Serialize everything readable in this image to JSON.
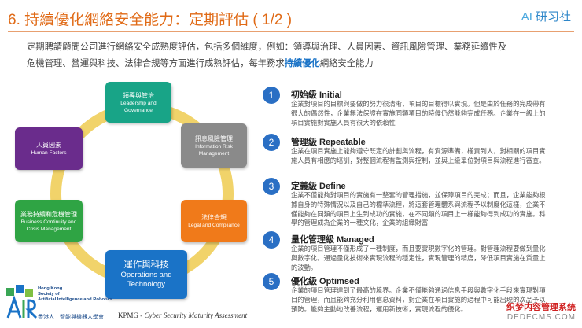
{
  "header": {
    "title": "6. 持續優化網絡安全能力：定期評估 ( 1/2 )",
    "brand_ai": "AI",
    "brand_name": "研习社"
  },
  "intro": {
    "line1": "定期聘請顧問公司進行網絡安全成熟度評估，包括多個維度，例如：領導與治理、人員因素、資訊風險管理、業務延續性及",
    "line2_pre": "危機管理、營運與科技、法律合規等方面進行成熟評估，每年務求",
    "line2_hl": "持續優化",
    "line2_post": "網絡安全能力"
  },
  "cycle": {
    "leadership": {
      "zh": "領導與管治",
      "en1": "Leadership and",
      "en2": "Governance"
    },
    "info_risk": {
      "zh": "訊息風險管理",
      "en1": "Information Risk",
      "en2": "Management"
    },
    "legal": {
      "zh": "法律合規",
      "en1": "Legal and Compliance",
      "en2": ""
    },
    "operations": {
      "zh": "運作與科技",
      "en1": "Operations and",
      "en2": "Technology"
    },
    "bcm": {
      "zh": "業務持續和危機管理",
      "en1": "Business Continuity and",
      "en2": "Crisis Management"
    },
    "human": {
      "zh": "人員因素",
      "en1": "Human Factors",
      "en2": ""
    }
  },
  "levels": [
    {
      "num": "1",
      "title": "初始級 Initial",
      "desc": "企業對項目的目標與要做的努力很清晰，項目的目標得以實現。但是由於任務的完成帶有很大的偶然性，企業無法保證在實施同類項目的時候仍然能夠完成任務。企業在一級上的項目實施對實施人員有很大的依賴性"
    },
    {
      "num": "2",
      "title": "管理級 Repeatable",
      "desc": "企業在項目實施上能夠遵守既定的計劃與流程，有資源準備，權責到人，對相關的項目實施人員有相應的培訓，對整個流程有監測與控制，並與上級單位對項目與流程進行審查。"
    },
    {
      "num": "3",
      "title": "定義級 Define",
      "desc": "企業不僅能夠對項目的實施有一整套的管理措施，並保障項目的完成；而且，企業能夠根據自身的特殊情況以及自己的標準流程，將這套管理體系與流程予以制度化這樣，企業不僅能夠在同類的項目上生到成功的實施，在不同類的項目上一樣能夠得到成功的實施。科學的管理成為企業的一種文化，企業的組織財富"
    },
    {
      "num": "4",
      "title": "量化管理級 Managed",
      "desc": "企業的項目管理不僅形成了一種制度，而且要實現數字化的管理。對管理流程要做到量化與數字化。通過量化技術來實現流程的穩定性，實現管理的精度，降低項目實施在質量上的波動。"
    },
    {
      "num": "5",
      "title": "優化級 Optimsed",
      "desc": "企業的項目管理達到了最高的境界。企業不僅能夠通過信息手段與數字化手段來實現對項目的管理，而且能夠充分利用信息資料，對企業在項目實施的過程中可能出現的次品予以預防。能夠主動地改善流程，運用新技術，實現流程的優化。"
    }
  ],
  "footer": {
    "org1": "Hong Kong",
    "org2": "Society of",
    "org3": "Artificial Intelligence and Robotics",
    "org_zh": "香港人工智能與機器人學會",
    "cite_pre": "KPMG - ",
    "cite_ital": "Cyber Security Maturity Assessment"
  },
  "watermark": {
    "line1": "织梦内容管理系统",
    "line2": "DEDECMS.COM"
  },
  "colors": {
    "title": "#e06a16",
    "accent": "#1a73c7",
    "ring": "#f1d36a"
  }
}
